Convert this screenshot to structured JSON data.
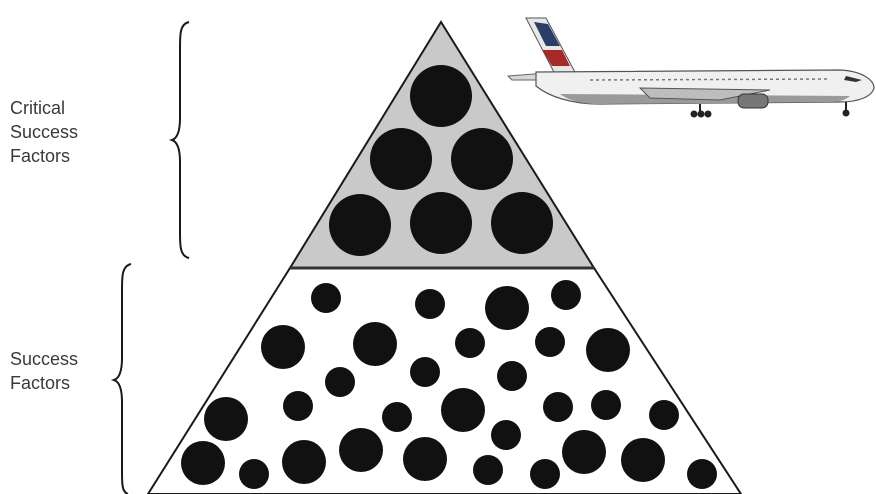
{
  "labels": {
    "critical_success_factors": [
      "Critical",
      "Success",
      "Factors"
    ],
    "success_factors": [
      "Success",
      "Factors"
    ]
  },
  "colors": {
    "background": "#ffffff",
    "top_section_fill": "#c9c9c9",
    "bottom_section_fill": "#ffffff",
    "outline": "#1a1a1a",
    "circles": "#111111",
    "label_text": "#3a3a3a"
  },
  "icons": [
    "airplane-icon",
    "left-brace-icon"
  ]
}
